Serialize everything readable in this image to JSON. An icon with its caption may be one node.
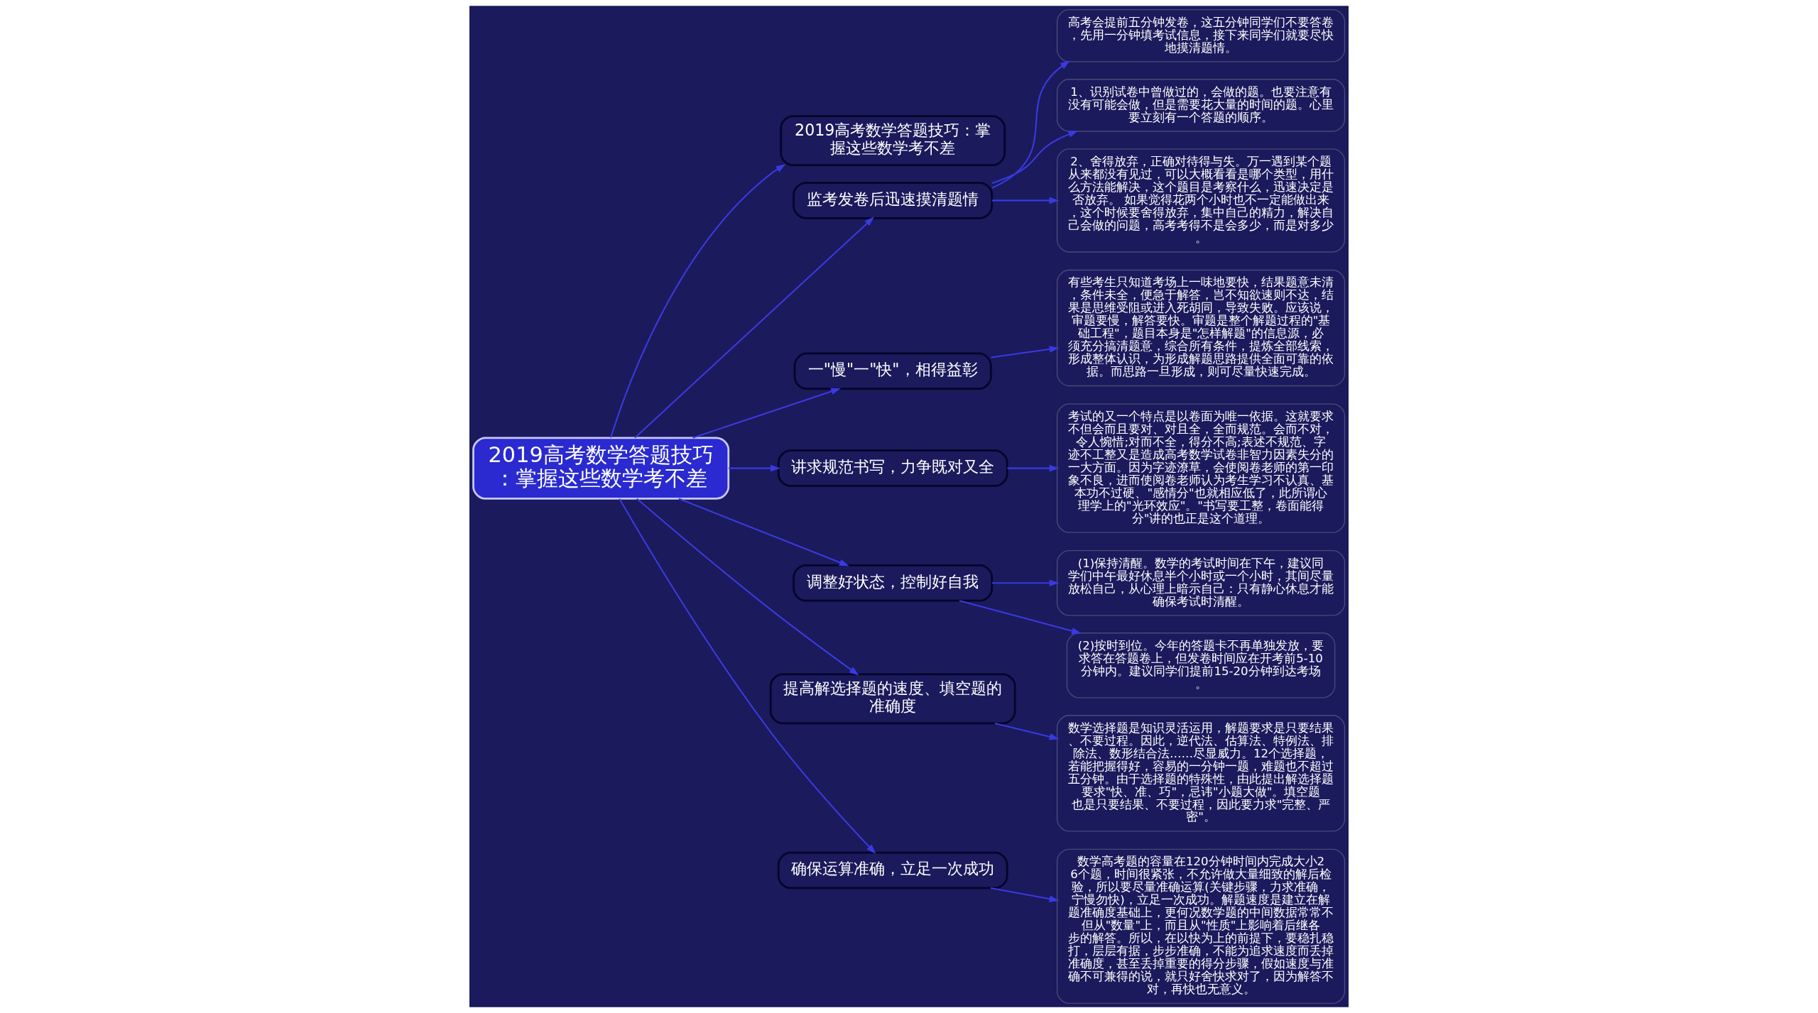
{
  "diagram": {
    "nodes": [
      {
        "text": [
          "2019高考数学答题技巧：掌握这些数学考不差"
        ]
      },
      {
        "text": [
          "2019高考数学答题技巧：掌握这些数学考不差"
        ]
      },
      {
        "text": [
          "监考发卷后迅速摸清题情"
        ]
      },
      {
        "text": [
          "高考会提前五分钟发卷，这五分钟同学们不要答卷，先用一分钟填考试信息，接下来同学们就要尽快地摸清题情。"
        ]
      },
      {
        "text": [
          "1、识别试卷中曾做过的，会做的题。也要注意有没有可能会做，但是需要花大量的时间的题。心里要立刻有一个答题的顺序。"
        ]
      },
      {
        "text": [
          "2、舍得放弃，正确对待得与失。万一遇到某个题从来都没有见过，可以大概看看是哪个类型，用什么方法能解决，这个题目是考察什么，迅速决定是否放弃。 如果觉得花两个小时也不一定能做出来，这个时候要舍得放弃，集中自己的精力，解决自己会做的问题，高考考得不是会多少，而是对多少。"
        ]
      },
      {
        "text": [
          "一\"慢\"一\"快\"，相得益彰"
        ]
      },
      {
        "text": [
          "有些考生只知道考场上一味地要快，结果题意未清，条件未全，便急于解答，岂不知欲速则不达，结果是思维受阻或进入死胡同，导致失败。应该说，审题要慢，解答要快。审题是整个解题过程的\"基础工程\"，题目本身是\"怎样解题\"的信息源，必须充分搞清题意，综合所有条件，提炼全部线索，形成整体认识，为形成解题思路提供全面可靠的依据。而思路一旦形成，则可尽量快速完成。"
        ]
      },
      {
        "text": [
          "讲求规范书写，力争既对又全"
        ]
      },
      {
        "text": [
          "考试的又一个特点是以卷面为唯一依据。这就要求不但会而且要对、对且全，全而规范。会而不对，令人惋惜;对而不全，得分不高;表述不规范、字迹不工整又是造成高考数学试卷非智力因素失分的一大方面。因为字迹潦草，会使阅卷老师的第一印象不良，进而使阅卷老师认为考生学习不认真、基本功不过硬、\"感情分\"也就相应低了，此所谓心理学上的\"光环效应\"。\"书写要工整，卷面能得分\"讲的也正是这个道理。"
        ]
      },
      {
        "text": [
          "调整好状态，控制好自我"
        ]
      },
      {
        "text": [
          "(1)保持清醒。数学的考试时间在下午，建议同学们中午最好休息半个小时或一个小时，其间尽量放松自己，从心理上暗示自己：只有静心休息才能确保考试时清醒。"
        ]
      },
      {
        "text": [
          "(2)按时到位。今年的答题卡不再单独发放，要求答在答题卷上，但发卷时间应在开考前5-10分钟内。建议同学们提前15-20分钟到达考场。"
        ]
      },
      {
        "text": [
          "提高解选择题的速度、填空题的准确度"
        ]
      },
      {
        "text": [
          "数学选择题是知识灵活运用，解题要求是只要结果、不要过程。因此，逆代法、估算法、特例法、排除法、数形结合法……尽显威力。12个选择题，若能把握得好，容易的一分钟一题，难题也不超过五分钟。由于选择题的特殊性，由此提出解选择题要求\"快、准、巧\"，忌讳\"小题大做\"。填空题也是只要结果、不要过程，因此要力求\"完整、严密\"。"
        ]
      },
      {
        "text": [
          "确保运算准确，立足一次成功"
        ]
      },
      {
        "text": [
          "数学高考题的容量在120分钟时间内完成大小26个题，时间很紧张，不允许做大量细致的解后检验，所以要尽量准确运算(关键步骤，力求准确，宁慢勿快)，立足一次成功。解题速度是建立在解题准确度基础上，更何况数学题的中间数据常常不但从\"数量\"上，而且从\"性质\"上影响着后继各步的解答。所以，在以快为上的前提下，要稳扎稳打，层层有据，步步准确，不能为追求速度而丢掉准确度，甚至丢掉重要的得分步骤，假如速度与准确不可兼得的说，就只好舍快求对了，因为解答不对，再快也无意义。"
        ]
      }
    ],
    "edges": [
      {
        "from": 0,
        "to": 1,
        "arrow": "to"
      },
      {
        "from": 0,
        "to": 2,
        "arrow": "to"
      },
      {
        "from": 2,
        "to": 3,
        "arrow": "to"
      },
      {
        "from": 2,
        "to": 4,
        "arrow": "to"
      },
      {
        "from": 2,
        "to": 5,
        "arrow": "to"
      },
      {
        "from": 0,
        "to": 6,
        "arrow": "to"
      },
      {
        "from": 6,
        "to": 7,
        "arrow": "to"
      },
      {
        "from": 0,
        "to": 8,
        "arrow": "to"
      },
      {
        "from": 8,
        "to": 9,
        "arrow": "to"
      },
      {
        "from": 0,
        "to": 10,
        "arrow": "to"
      },
      {
        "from": 10,
        "to": 11,
        "arrow": "to"
      },
      {
        "from": 10,
        "to": 12,
        "arrow": "to"
      },
      {
        "from": 0,
        "to": 13,
        "arrow": "to"
      },
      {
        "from": 13,
        "to": 14,
        "arrow": "to"
      },
      {
        "from": 0,
        "to": 15,
        "arrow": "to"
      },
      {
        "from": 15,
        "to": 16,
        "arrow": "to"
      }
    ]
  }
}
